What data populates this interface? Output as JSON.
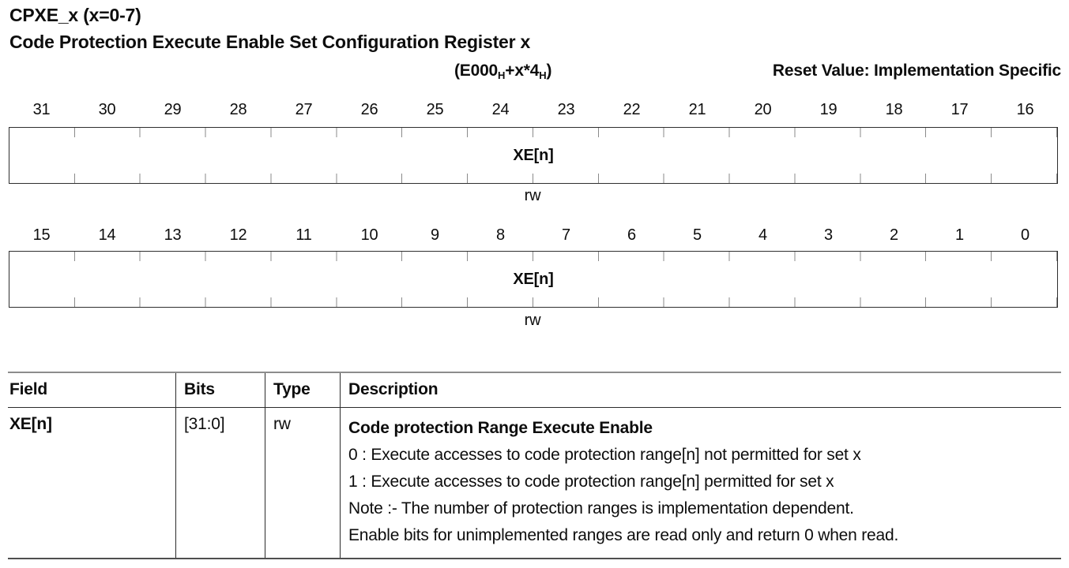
{
  "header": {
    "register_name": "CPXE_x (x=0-7)",
    "register_long_name": "Code Protection Execute Enable Set Configuration Register x",
    "address": {
      "base": "(E000",
      "base_subscript": "H",
      "offset": "+x*4",
      "offset_subscript": "H",
      "close_paren": ")"
    },
    "reset_value_label": "Reset Value: Implementation Specific"
  },
  "register_diagram": {
    "rows": [
      {
        "bit_labels": [
          "31",
          "30",
          "29",
          "28",
          "27",
          "26",
          "25",
          "24",
          "23",
          "22",
          "21",
          "20",
          "19",
          "18",
          "17",
          "16"
        ],
        "field": "XE[n]",
        "access": "rw"
      },
      {
        "bit_labels": [
          "15",
          "14",
          "13",
          "12",
          "11",
          "10",
          "9",
          "8",
          "7",
          "6",
          "5",
          "4",
          "3",
          "2",
          "1",
          "0"
        ],
        "field": "XE[n]",
        "access": "rw"
      }
    ]
  },
  "field_table": {
    "headers": [
      "Field",
      "Bits",
      "Type",
      "Description"
    ],
    "rows": [
      {
        "field": "XE[n]",
        "bits": "[31:0]",
        "type": "rw",
        "description_title": "Code protection Range Execute Enable",
        "description_lines": [
          "0 : Execute accesses to code protection range[n] not permitted for set x",
          "1 : Execute accesses to code protection range[n] permitted for set x",
          "Note :- The number of protection ranges is implementation dependent.",
          "Enable bits for unimplemented ranges are read only and return 0 when read."
        ]
      }
    ]
  },
  "colors": {
    "text": "#0d0d0d",
    "table_top_rule": "#8c8c8c",
    "table_rule": "#2b2b2b",
    "tick": "#8a8a8a"
  }
}
